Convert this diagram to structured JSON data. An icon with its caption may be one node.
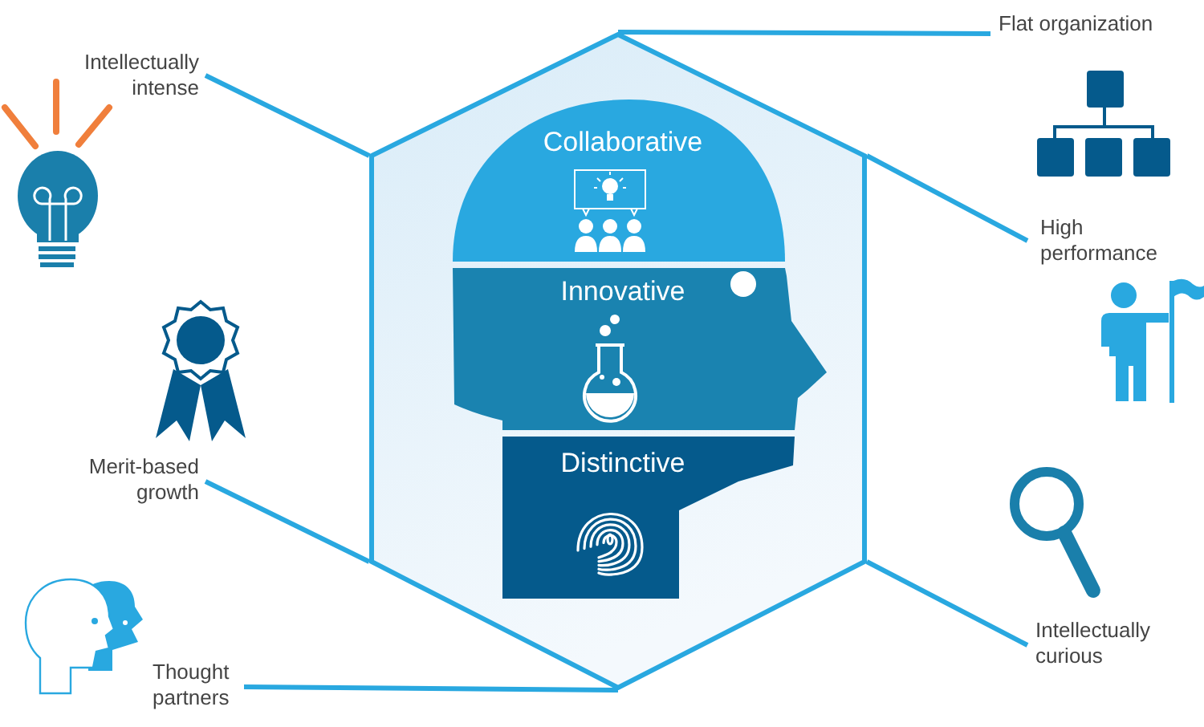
{
  "diagram": {
    "nodes": [
      {
        "text": [],
        "shape": "hexagon"
      },
      {
        "text": [
          "Collaborative"
        ],
        "in": 0
      },
      {
        "text": [
          "Innovative"
        ],
        "in": 0
      },
      {
        "text": [
          "Distinctive"
        ],
        "in": 0
      },
      {
        "text": [
          "Intellectually intense"
        ]
      },
      {
        "text": [
          "Flat organization"
        ]
      },
      {
        "text": [
          "High performance"
        ]
      },
      {
        "text": [
          "Merit-based growth"
        ]
      },
      {
        "text": [
          "Intellectually curious"
        ]
      },
      {
        "text": [
          "Thought partners"
        ]
      }
    ],
    "edges": [
      {
        "from": 4,
        "to": 0,
        "arrow": "none"
      },
      {
        "from": 5,
        "to": 0,
        "arrow": "none"
      },
      {
        "from": 6,
        "to": 0,
        "arrow": "none"
      },
      {
        "from": 7,
        "to": 0,
        "arrow": "none"
      },
      {
        "from": 8,
        "to": 0,
        "arrow": "none"
      },
      {
        "from": 9,
        "to": 0,
        "arrow": "none"
      }
    ]
  }
}
